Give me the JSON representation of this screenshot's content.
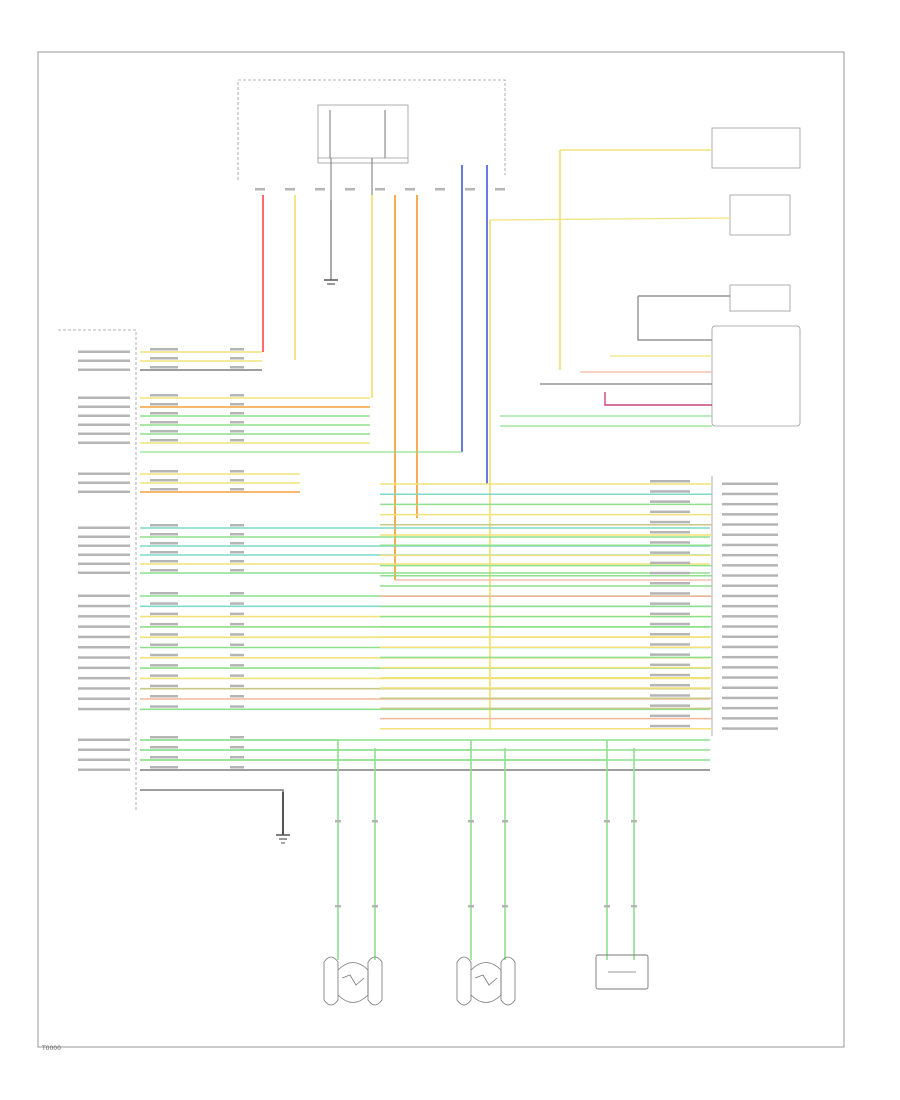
{
  "diagram": {
    "kind": "automotive-wiring-schematic",
    "footer_code": "T0000",
    "colors": {
      "red": "#ff5a5a",
      "yellow": "#f2e27a",
      "orange": "#f5a23c",
      "salmon": "#f3b79a",
      "blue": "#5a6ae6",
      "green": "#8ee08e",
      "teal": "#7fd8c8",
      "grey": "#7f7f7f",
      "pink": "#c9477e",
      "olive": "#c9c98a",
      "frame": "#9a9a9a",
      "black": "#555555"
    },
    "left_wires": [
      "yellow",
      "yellow",
      "grey",
      "yellow",
      "orange",
      "green",
      "green",
      "green",
      "yellow",
      "yellow",
      "yellow",
      "orange",
      "teal",
      "green",
      "teal",
      "teal",
      "yellow",
      "green",
      "green",
      "teal",
      "yellow",
      "green",
      "yellow",
      "green",
      "yellow",
      "green",
      "yellow",
      "olive",
      "salmon",
      "green",
      "green",
      "green",
      "green",
      "grey"
    ],
    "right_wires": [
      "yellow",
      "teal",
      "green",
      "yellow",
      "olive",
      "yellow",
      "green",
      "yellow",
      "green",
      "green",
      "green",
      "salmon",
      "green",
      "green",
      "green",
      "yellow",
      "yellow",
      "green",
      "yellow",
      "yellow",
      "yellow",
      "olive",
      "olive",
      "salmon",
      "yellow"
    ],
    "bottom_components": [
      {
        "kind": "sensor",
        "wire_colors": [
          "green",
          "green"
        ]
      },
      {
        "kind": "sensor",
        "wire_colors": [
          "green",
          "green"
        ]
      },
      {
        "kind": "switch",
        "wire_colors": [
          "green",
          "green"
        ]
      }
    ]
  }
}
